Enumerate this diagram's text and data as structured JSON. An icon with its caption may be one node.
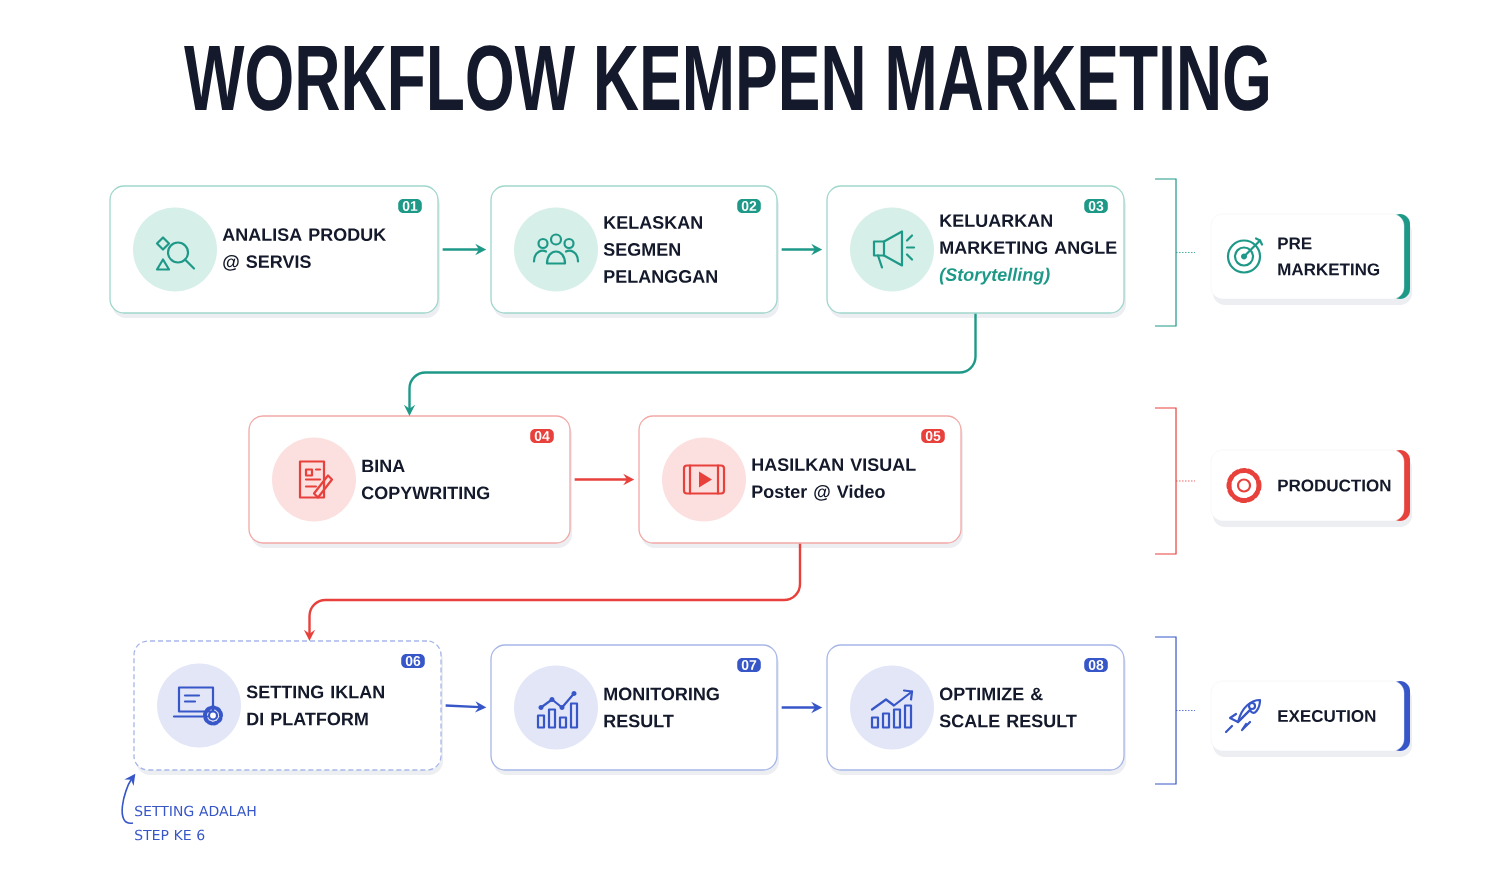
{
  "diagram": {
    "title": "WORKFLOW KEMPEN MARKETING",
    "nodes": [
      {
        "text": [
          "01",
          "ANALISA PRODUK @ SERVIS"
        ]
      },
      {
        "text": [
          "02",
          "KELASKAN SEGMEN PELANGGAN"
        ]
      },
      {
        "text": [
          "03",
          "KELUARKAN MARKETING ANGLE",
          "(Storytelling)"
        ]
      },
      {
        "text": [
          "04",
          "BINA COPYWRITING"
        ]
      },
      {
        "text": [
          "05",
          "HASILKAN VISUAL Poster @ Video"
        ]
      },
      {
        "text": [
          "06",
          "SETTING IKLAN DI PLATFORM"
        ]
      },
      {
        "text": [
          "07",
          "MONITORING RESULT"
        ]
      },
      {
        "text": [
          "08",
          "OPTIMIZE & SCALE RESULT"
        ]
      },
      {
        "text": [
          "PRE MARKETING"
        ]
      },
      {
        "text": [
          "PRODUCTION"
        ]
      },
      {
        "text": [
          "EXECUTION"
        ]
      },
      {
        "text": [
          "SETTING ADALAH STEP KE 6"
        ]
      }
    ],
    "edges": [
      {
        "from": 0,
        "to": 1,
        "arrow": "to",
        "color": "#1e9988"
      },
      {
        "from": 1,
        "to": 2,
        "arrow": "to",
        "color": "#1e9988"
      },
      {
        "from": 2,
        "to": 3,
        "arrow": "to",
        "color": "#1e9988"
      },
      {
        "from": 3,
        "to": 4,
        "arrow": "to",
        "color": "#e8413c"
      },
      {
        "from": 4,
        "to": 5,
        "arrow": "to",
        "color": "#e8413c"
      },
      {
        "from": 5,
        "to": 6,
        "arrow": "to",
        "color": "#3756c8"
      },
      {
        "from": 6,
        "to": 7,
        "arrow": "to",
        "color": "#3756c8"
      },
      {
        "from": 11,
        "to": 5,
        "arrow": "to",
        "color": "#3756c8"
      }
    ]
  }
}
